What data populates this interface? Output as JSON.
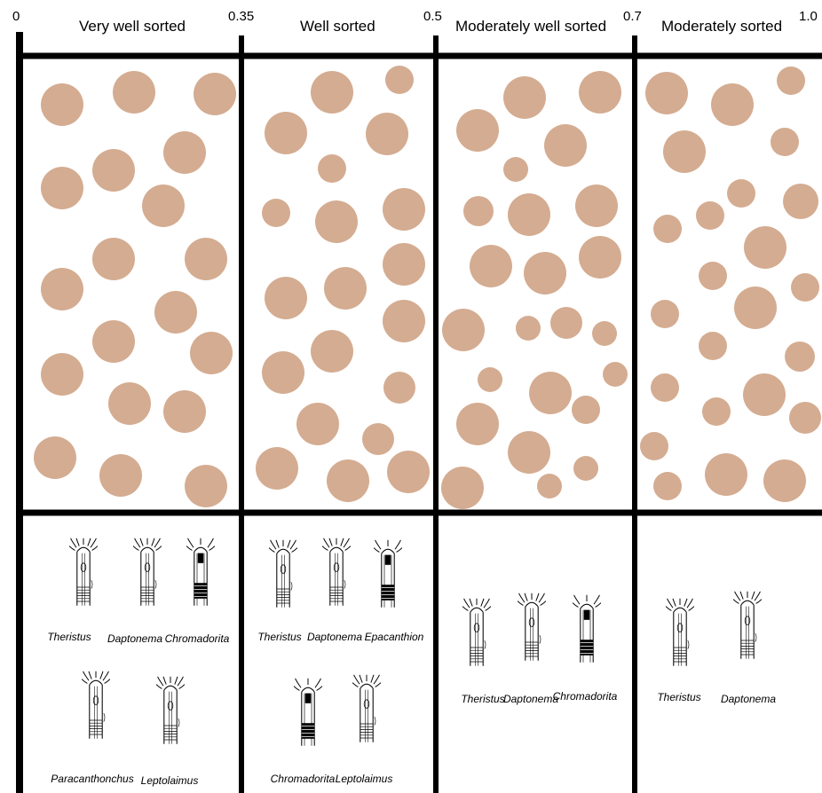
{
  "scale_ticks": [
    "0",
    "0.35",
    "0.5",
    "0.7",
    "1.0"
  ],
  "columns": [
    {
      "label": "Very well sorted",
      "taxa": [
        "Theristus",
        "Daptonema",
        "Chromadorita",
        "Paracanthonchus",
        "Leptolaimus"
      ]
    },
    {
      "label": "Well sorted",
      "taxa": [
        "Theristus",
        "Daptonema",
        "Epacanthion",
        "Chromadorita",
        "Leptolaimus"
      ]
    },
    {
      "label": "Moderately well sorted",
      "taxa": [
        "Theristus",
        "Daptonema",
        "Chromadorita"
      ]
    },
    {
      "label": "Moderately sorted",
      "taxa": [
        "Theristus",
        "Daptonema"
      ]
    }
  ],
  "grain_color": "#d4ac91",
  "frame_color": "#000000",
  "nematode_icon": "nematode-head-drawing"
}
